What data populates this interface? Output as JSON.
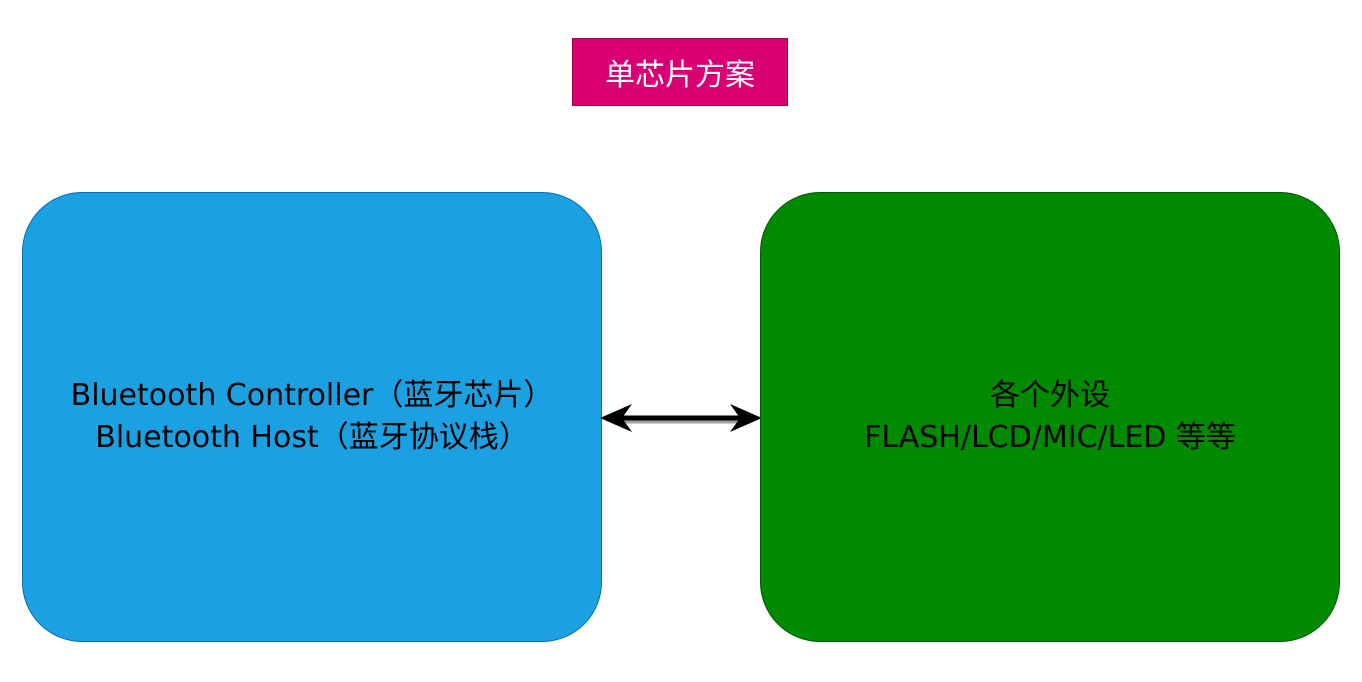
{
  "title": "单芯片方案",
  "left_box": {
    "line1": "Bluetooth Controller（蓝牙芯片）",
    "line2": "Bluetooth Host（蓝牙协议栈）",
    "fill": "#1ba1e2",
    "stroke": "#006eaf"
  },
  "right_box": {
    "line1": "各个外设",
    "line2": "FLASH/LCD/MIC/LED 等等",
    "fill": "#008a00",
    "stroke": "#005700"
  },
  "connector": {
    "type": "bidirectional-arrow",
    "color": "#000000"
  },
  "title_fill": "#d80073"
}
